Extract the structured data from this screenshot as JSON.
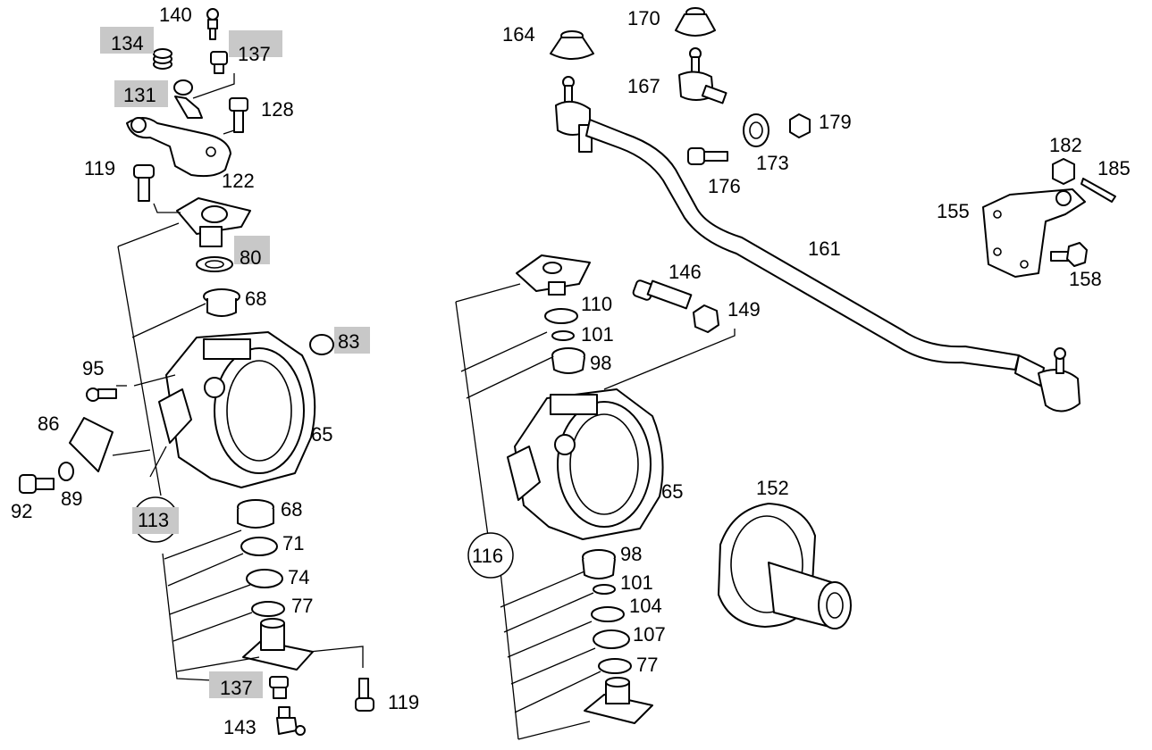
{
  "diagram": {
    "highlight_color": "#c8c8c8",
    "callouts": [
      {
        "id": "c140",
        "label": "140"
      },
      {
        "id": "c134",
        "label": "134",
        "highlighted": true
      },
      {
        "id": "c137a",
        "label": "137",
        "highlighted": true
      },
      {
        "id": "c131",
        "label": "131",
        "highlighted": true
      },
      {
        "id": "c128",
        "label": "128"
      },
      {
        "id": "c119a",
        "label": "119"
      },
      {
        "id": "c122",
        "label": "122"
      },
      {
        "id": "c80",
        "label": "80",
        "highlighted": true
      },
      {
        "id": "c68a",
        "label": "68"
      },
      {
        "id": "c83",
        "label": "83",
        "highlighted": true
      },
      {
        "id": "c95",
        "label": "95"
      },
      {
        "id": "c86",
        "label": "86"
      },
      {
        "id": "c65a",
        "label": "65"
      },
      {
        "id": "c92",
        "label": "92"
      },
      {
        "id": "c89",
        "label": "89"
      },
      {
        "id": "c113",
        "label": "113",
        "highlighted": true,
        "circled": true
      },
      {
        "id": "c68b",
        "label": "68"
      },
      {
        "id": "c71",
        "label": "71"
      },
      {
        "id": "c74",
        "label": "74"
      },
      {
        "id": "c77a",
        "label": "77"
      },
      {
        "id": "c137b",
        "label": "137",
        "highlighted": true
      },
      {
        "id": "c143",
        "label": "143"
      },
      {
        "id": "c119b",
        "label": "119"
      },
      {
        "id": "c164",
        "label": "164"
      },
      {
        "id": "c170",
        "label": "170"
      },
      {
        "id": "c167",
        "label": "167"
      },
      {
        "id": "c179",
        "label": "179"
      },
      {
        "id": "c173",
        "label": "173"
      },
      {
        "id": "c176",
        "label": "176"
      },
      {
        "id": "c182",
        "label": "182"
      },
      {
        "id": "c185",
        "label": "185"
      },
      {
        "id": "c155",
        "label": "155"
      },
      {
        "id": "c161",
        "label": "161"
      },
      {
        "id": "c158",
        "label": "158"
      },
      {
        "id": "c146",
        "label": "146"
      },
      {
        "id": "c149",
        "label": "149"
      },
      {
        "id": "c110",
        "label": "110"
      },
      {
        "id": "c101a",
        "label": "101"
      },
      {
        "id": "c98a",
        "label": "98"
      },
      {
        "id": "c65b",
        "label": "65"
      },
      {
        "id": "c152",
        "label": "152"
      },
      {
        "id": "c116",
        "label": "116",
        "circled": true
      },
      {
        "id": "c98b",
        "label": "98"
      },
      {
        "id": "c101b",
        "label": "101"
      },
      {
        "id": "c104",
        "label": "104"
      },
      {
        "id": "c107",
        "label": "107"
      },
      {
        "id": "c77b",
        "label": "77"
      }
    ]
  }
}
